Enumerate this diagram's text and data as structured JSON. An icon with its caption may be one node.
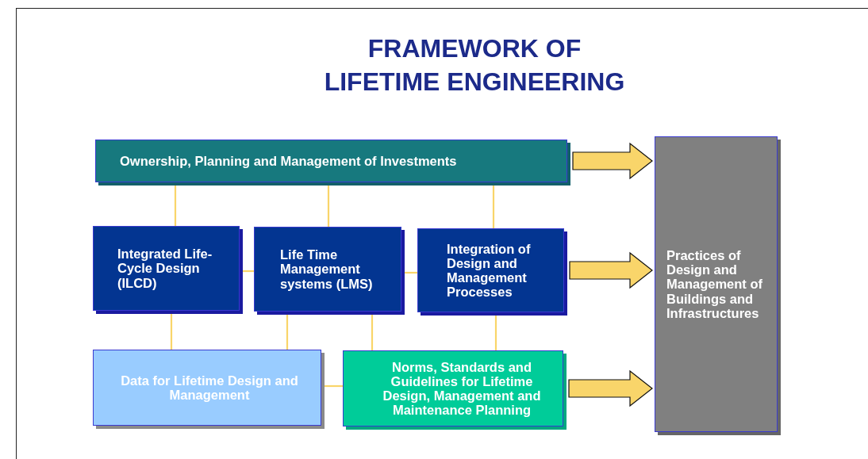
{
  "diagram": {
    "title": "FRAMEWORK OF LIFETIME ENGINEERING",
    "nodes": [
      {
        "text": [
          "Ownership, Planning and Management of Investments"
        ]
      },
      {
        "text": [
          "Integrated Life-Cycle Design (ILCD)"
        ]
      },
      {
        "text": [
          "Life Time Management systems (LMS)"
        ]
      },
      {
        "text": [
          "Integration of Design and Management Processes"
        ]
      },
      {
        "text": [
          "Data for Lifetime Design and Management"
        ]
      },
      {
        "text": [
          "Norms, Standards and Guidelines for Lifetime Design, Management and Maintenance Planning"
        ]
      },
      {
        "text": [
          "Practices of Design and Management of Buildings and Infrastructures"
        ]
      }
    ],
    "edges": [
      {
        "from": 0,
        "to": 6,
        "arrow": "to",
        "style": "thick"
      },
      {
        "from": 3,
        "to": 6,
        "arrow": "to",
        "style": "thick"
      },
      {
        "from": 5,
        "to": 6,
        "arrow": "to",
        "style": "thick"
      },
      {
        "from": 0,
        "to": 1,
        "arrow": "none"
      },
      {
        "from": 0,
        "to": 2,
        "arrow": "none"
      },
      {
        "from": 0,
        "to": 3,
        "arrow": "none"
      },
      {
        "from": 1,
        "to": 2,
        "arrow": "none"
      },
      {
        "from": 2,
        "to": 3,
        "arrow": "none"
      },
      {
        "from": 1,
        "to": 4,
        "arrow": "none"
      },
      {
        "from": 2,
        "to": 4,
        "arrow": "none"
      },
      {
        "from": 2,
        "to": 5,
        "arrow": "none"
      },
      {
        "from": 3,
        "to": 5,
        "arrow": "none"
      },
      {
        "from": 4,
        "to": 5,
        "arrow": "none"
      }
    ]
  }
}
